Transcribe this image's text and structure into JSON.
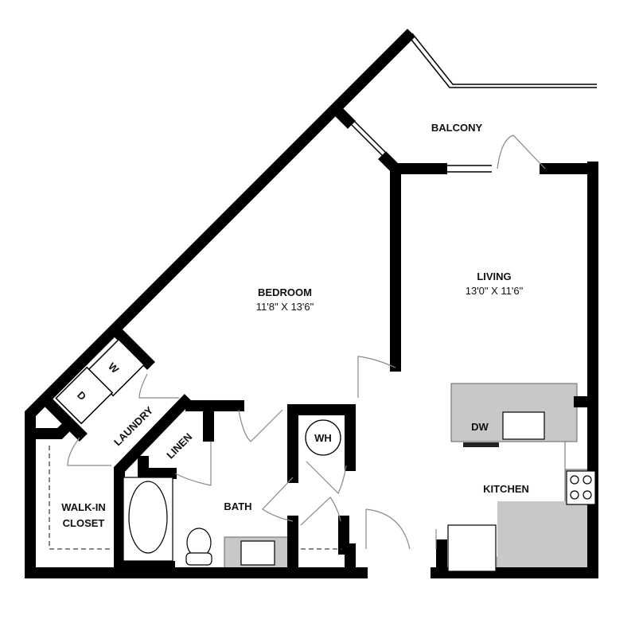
{
  "rooms": {
    "balcony": {
      "name": "BALCONY"
    },
    "living": {
      "name": "LIVING",
      "dimensions": "13'0\" X 11'6\""
    },
    "bedroom": {
      "name": "BEDROOM",
      "dimensions": "11'8\" X 13'6\""
    },
    "kitchen": {
      "name": "KITCHEN"
    },
    "bath": {
      "name": "BATH"
    },
    "laundry": {
      "name": "LAUNDRY"
    },
    "linen": {
      "name": "LINEN"
    },
    "closet": {
      "name_line1": "WALK-IN",
      "name_line2": "CLOSET"
    }
  },
  "fixtures": {
    "washer": "W",
    "dryer": "D",
    "water_heater": "WH",
    "dishwasher": "DW"
  },
  "colors": {
    "wall": "#000000",
    "counter": "#c8c8c8"
  }
}
